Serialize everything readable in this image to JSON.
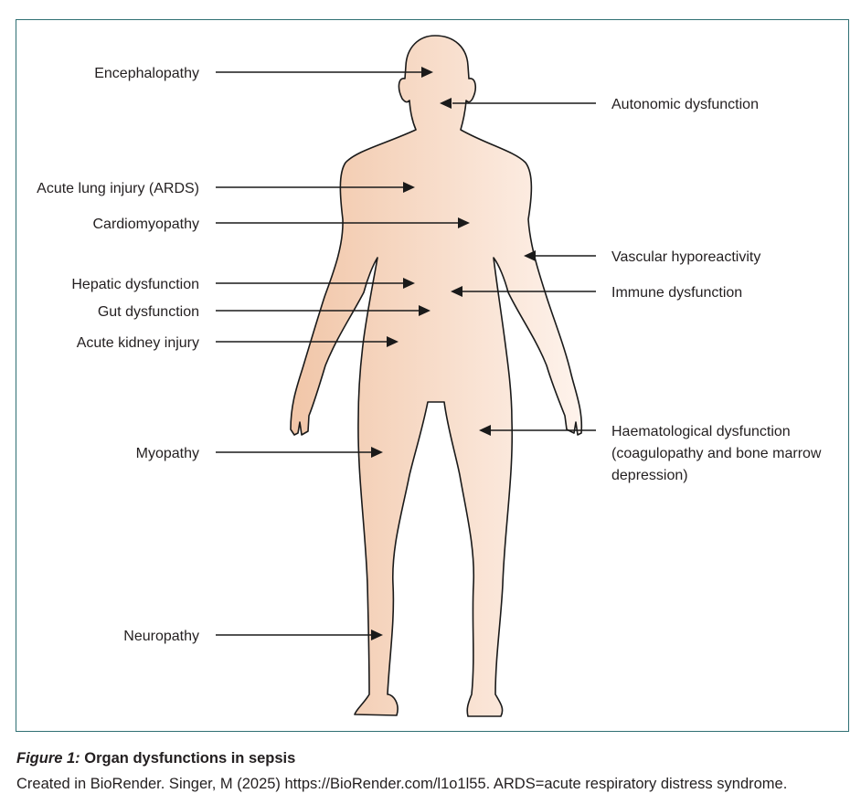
{
  "figure": {
    "number": "Figure 1:",
    "title": " Organ dysfunctions in sepsis",
    "credit": "Created in BioRender. Singer, M (2025) https://BioRender.com/l1o1l55. ARDS=acute respiratory distress syndrome."
  },
  "labels_left": [
    {
      "id": "encephalopathy",
      "text": "Encephalopathy"
    },
    {
      "id": "acute-lung-injury",
      "text": "Acute lung injury (ARDS)"
    },
    {
      "id": "cardiomyopathy",
      "text": "Cardiomyopathy"
    },
    {
      "id": "hepatic-dysfunction",
      "text": "Hepatic dysfunction"
    },
    {
      "id": "gut-dysfunction",
      "text": "Gut dysfunction"
    },
    {
      "id": "acute-kidney-injury",
      "text": "Acute kidney injury"
    },
    {
      "id": "myopathy",
      "text": "Myopathy"
    },
    {
      "id": "neuropathy",
      "text": "Neuropathy"
    }
  ],
  "labels_right": [
    {
      "id": "autonomic-dysfunction",
      "lines": [
        "Autonomic dysfunction"
      ]
    },
    {
      "id": "vascular-hyporeactivity",
      "lines": [
        "Vascular hyporeactivity"
      ]
    },
    {
      "id": "immune-dysfunction",
      "lines": [
        "Immune dysfunction"
      ]
    },
    {
      "id": "haematological-dysfunction",
      "lines": [
        "Haematological dysfunction",
        "(coagulopathy and bone marrow",
        "depression)"
      ]
    }
  ],
  "colors": {
    "frame": "#2f6f73",
    "body_left": "#f1c6a8",
    "body_right": "#fef3ec",
    "outline": "#1a1a1a"
  }
}
